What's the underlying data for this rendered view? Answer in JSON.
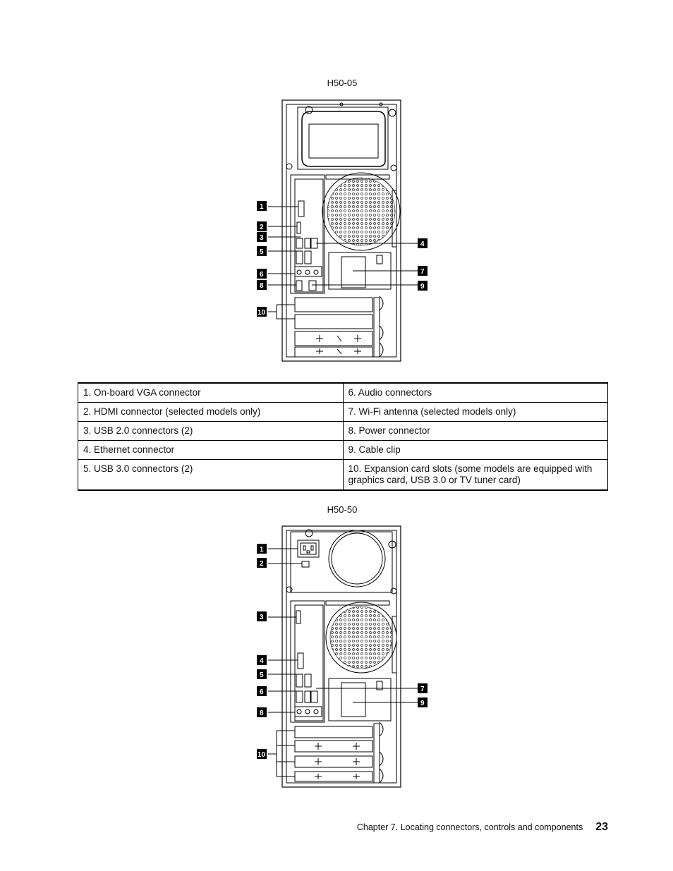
{
  "diagram1": {
    "caption": "H50-05",
    "callouts": [
      "1",
      "2",
      "3",
      "4",
      "5",
      "6",
      "7",
      "8",
      "9",
      "10"
    ]
  },
  "legend": {
    "rows": [
      [
        "1. On-board VGA connector",
        "6. Audio connectors"
      ],
      [
        "2. HDMI connector (selected models only)",
        "7. Wi-Fi antenna (selected models only)"
      ],
      [
        "3. USB 2.0 connectors (2)",
        "8. Power connector"
      ],
      [
        "4. Ethernet connector",
        "9. Cable clip"
      ],
      [
        "5. USB 3.0 connectors (2)",
        "10. Expansion card slots (some models are equipped with graphics card, USB 3.0 or TV tuner card)"
      ]
    ]
  },
  "diagram2": {
    "caption": "H50-50",
    "callouts": [
      "1",
      "2",
      "3",
      "4",
      "5",
      "6",
      "7",
      "8",
      "9",
      "10"
    ]
  },
  "footer": {
    "chapter": "Chapter 7. Locating connectors, controls and components",
    "page_number": "23"
  }
}
